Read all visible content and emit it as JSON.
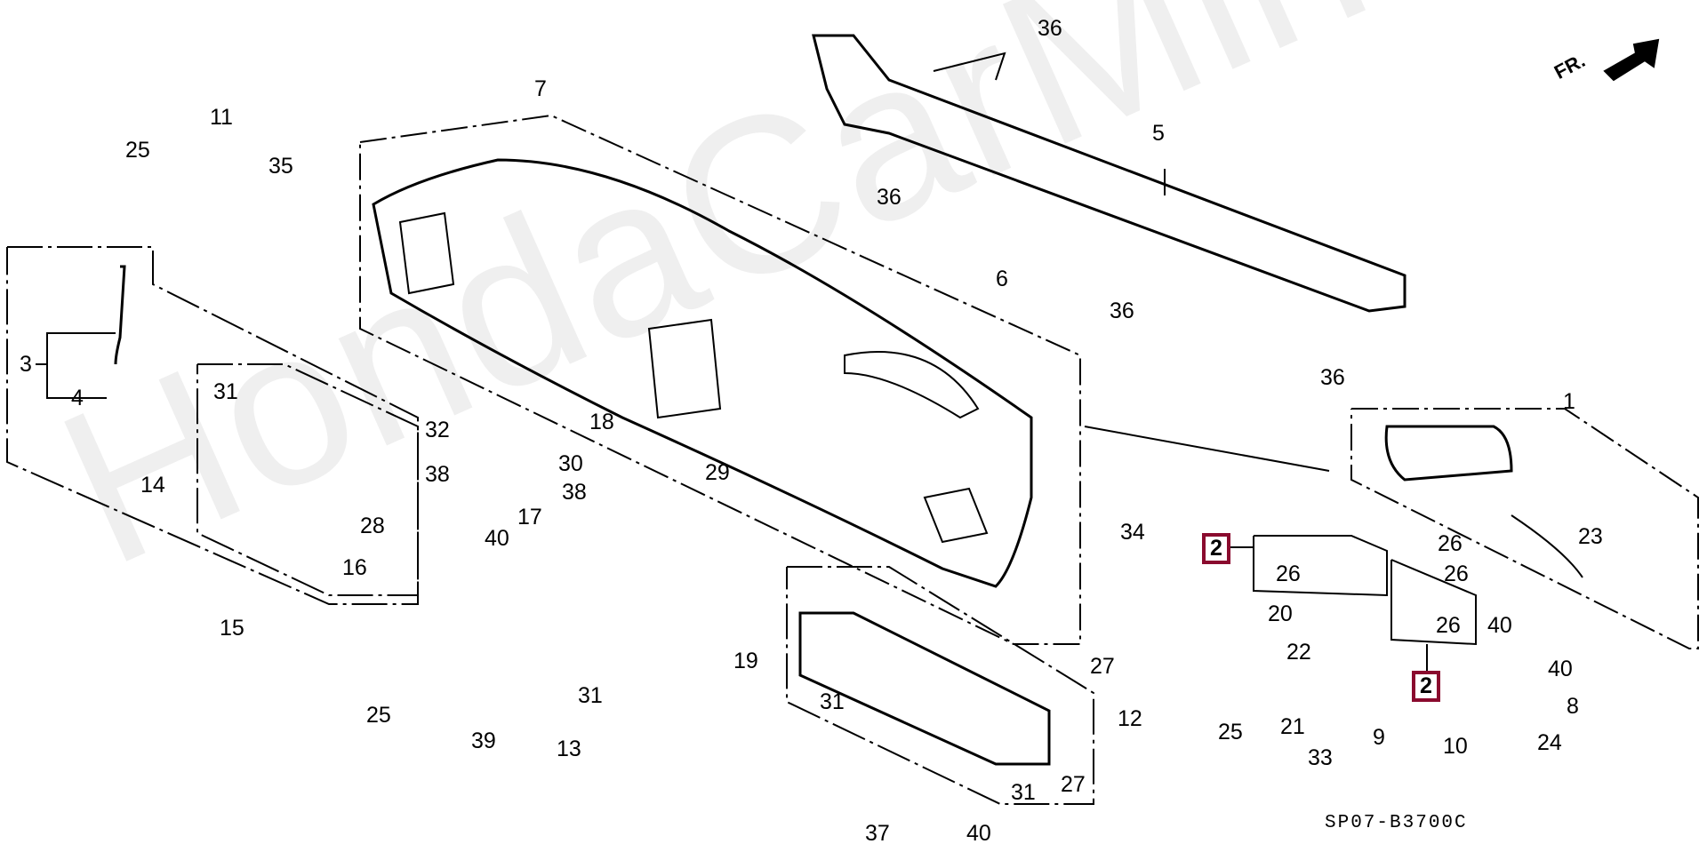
{
  "watermark": "HondaCarMine.ru",
  "diagram_code": "SP07-B3700C",
  "direction_label": "FR.",
  "accent_color": "#8a0a2e",
  "callouts": [
    {
      "id": "1",
      "text": "1"
    },
    {
      "id": "2a",
      "text": "2"
    },
    {
      "id": "2b",
      "text": "2"
    },
    {
      "id": "3",
      "text": "3"
    },
    {
      "id": "4",
      "text": "4"
    },
    {
      "id": "5",
      "text": "5"
    },
    {
      "id": "6",
      "text": "6"
    },
    {
      "id": "7",
      "text": "7"
    },
    {
      "id": "8",
      "text": "8"
    },
    {
      "id": "9",
      "text": "9"
    },
    {
      "id": "10",
      "text": "10"
    },
    {
      "id": "11",
      "text": "11"
    },
    {
      "id": "12",
      "text": "12"
    },
    {
      "id": "13",
      "text": "13"
    },
    {
      "id": "14",
      "text": "14"
    },
    {
      "id": "15",
      "text": "15"
    },
    {
      "id": "16",
      "text": "16"
    },
    {
      "id": "17",
      "text": "17"
    },
    {
      "id": "18",
      "text": "18"
    },
    {
      "id": "19",
      "text": "19"
    },
    {
      "id": "20",
      "text": "20"
    },
    {
      "id": "21",
      "text": "21"
    },
    {
      "id": "22",
      "text": "22"
    },
    {
      "id": "23",
      "text": "23"
    },
    {
      "id": "24",
      "text": "24"
    },
    {
      "id": "25a",
      "text": "25"
    },
    {
      "id": "25b",
      "text": "25"
    },
    {
      "id": "25c",
      "text": "25"
    },
    {
      "id": "26a",
      "text": "26"
    },
    {
      "id": "26b",
      "text": "26"
    },
    {
      "id": "26c",
      "text": "26"
    },
    {
      "id": "26d",
      "text": "26"
    },
    {
      "id": "27a",
      "text": "27"
    },
    {
      "id": "27b",
      "text": "27"
    },
    {
      "id": "28",
      "text": "28"
    },
    {
      "id": "29",
      "text": "29"
    },
    {
      "id": "30",
      "text": "30"
    },
    {
      "id": "31a",
      "text": "31"
    },
    {
      "id": "31b",
      "text": "31"
    },
    {
      "id": "31c",
      "text": "31"
    },
    {
      "id": "31d",
      "text": "31"
    },
    {
      "id": "32",
      "text": "32"
    },
    {
      "id": "33",
      "text": "33"
    },
    {
      "id": "34",
      "text": "34"
    },
    {
      "id": "35",
      "text": "35"
    },
    {
      "id": "36a",
      "text": "36"
    },
    {
      "id": "36b",
      "text": "36"
    },
    {
      "id": "36c",
      "text": "36"
    },
    {
      "id": "36d",
      "text": "36"
    },
    {
      "id": "37",
      "text": "37"
    },
    {
      "id": "38a",
      "text": "38"
    },
    {
      "id": "38b",
      "text": "38"
    },
    {
      "id": "39",
      "text": "39"
    },
    {
      "id": "40a",
      "text": "40"
    },
    {
      "id": "40b",
      "text": "40"
    },
    {
      "id": "40c",
      "text": "40"
    },
    {
      "id": "40d",
      "text": "40"
    }
  ]
}
